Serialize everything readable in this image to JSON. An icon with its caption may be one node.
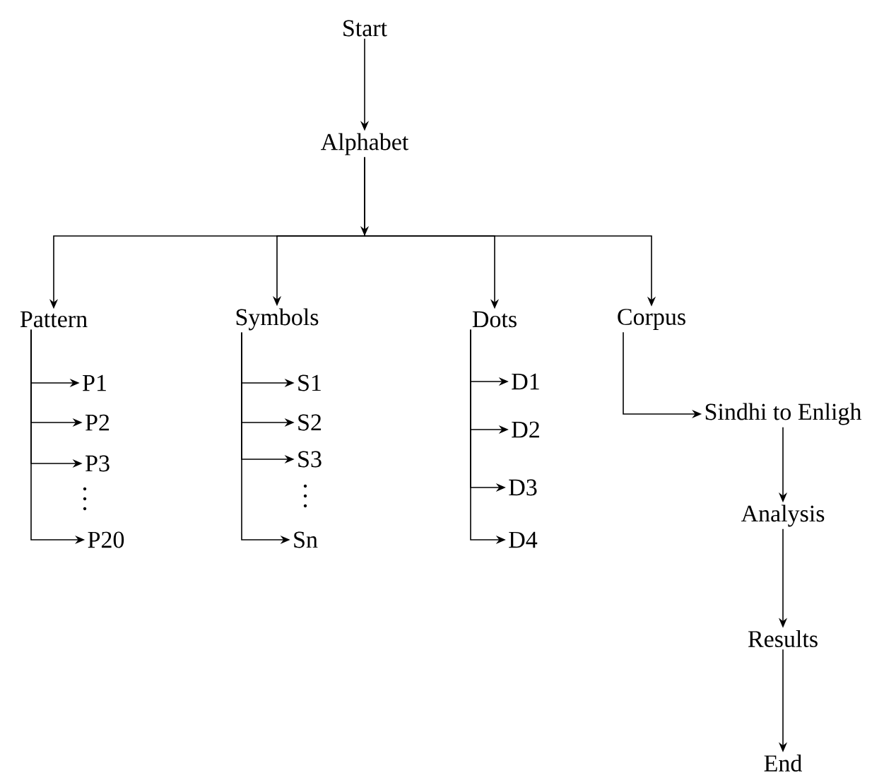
{
  "diagram": {
    "nodes": [
      {
        "text": [
          "Start"
        ]
      },
      {
        "text": [
          "Alphabet"
        ]
      },
      {
        "text": [
          "Pattern"
        ]
      },
      {
        "text": [
          "Symbols"
        ]
      },
      {
        "text": [
          "Dots"
        ]
      },
      {
        "text": [
          "Corpus"
        ]
      },
      {
        "text": [
          "P1"
        ]
      },
      {
        "text": [
          "P2"
        ]
      },
      {
        "text": [
          "P3"
        ]
      },
      {
        "text": [
          "P20"
        ]
      },
      {
        "text": [
          "S1"
        ]
      },
      {
        "text": [
          "S2"
        ]
      },
      {
        "text": [
          "S3"
        ]
      },
      {
        "text": [
          "Sn"
        ]
      },
      {
        "text": [
          "D1"
        ]
      },
      {
        "text": [
          "D2"
        ]
      },
      {
        "text": [
          "D3"
        ]
      },
      {
        "text": [
          "D4"
        ]
      },
      {
        "text": [
          "Sindhi to Enligh"
        ]
      },
      {
        "text": [
          "Analysis"
        ]
      },
      {
        "text": [
          "Results"
        ]
      },
      {
        "text": [
          "End"
        ]
      }
    ],
    "edges": [
      {
        "from": 0,
        "to": 1,
        "arrow": "to"
      },
      {
        "from": 1,
        "to": 2,
        "arrow": "to"
      },
      {
        "from": 1,
        "to": 3,
        "arrow": "to"
      },
      {
        "from": 1,
        "to": 4,
        "arrow": "to"
      },
      {
        "from": 1,
        "to": 5,
        "arrow": "to"
      },
      {
        "from": 2,
        "to": 6,
        "arrow": "to"
      },
      {
        "from": 2,
        "to": 7,
        "arrow": "to"
      },
      {
        "from": 2,
        "to": 8,
        "arrow": "to"
      },
      {
        "from": 2,
        "to": 9,
        "arrow": "to"
      },
      {
        "from": 3,
        "to": 10,
        "arrow": "to"
      },
      {
        "from": 3,
        "to": 11,
        "arrow": "to"
      },
      {
        "from": 3,
        "to": 12,
        "arrow": "to"
      },
      {
        "from": 3,
        "to": 13,
        "arrow": "to"
      },
      {
        "from": 4,
        "to": 14,
        "arrow": "to"
      },
      {
        "from": 4,
        "to": 15,
        "arrow": "to"
      },
      {
        "from": 4,
        "to": 16,
        "arrow": "to"
      },
      {
        "from": 4,
        "to": 17,
        "arrow": "to"
      },
      {
        "from": 5,
        "to": 18,
        "arrow": "to"
      },
      {
        "from": 18,
        "to": 19,
        "arrow": "to"
      },
      {
        "from": 19,
        "to": 20,
        "arrow": "to"
      },
      {
        "from": 20,
        "to": 21,
        "arrow": "to"
      }
    ]
  }
}
